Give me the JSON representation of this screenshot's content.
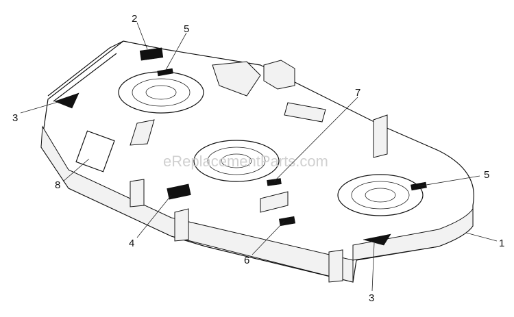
{
  "watermark": "eReplacementParts.com",
  "callouts": [
    {
      "id": "c1",
      "label": "1"
    },
    {
      "id": "c2",
      "label": "2"
    },
    {
      "id": "c3a",
      "label": "3"
    },
    {
      "id": "c3b",
      "label": "3"
    },
    {
      "id": "c4",
      "label": "4"
    },
    {
      "id": "c5a",
      "label": "5"
    },
    {
      "id": "c5b",
      "label": "5"
    },
    {
      "id": "c6",
      "label": "6"
    },
    {
      "id": "c7",
      "label": "7"
    },
    {
      "id": "c8",
      "label": "8"
    }
  ]
}
